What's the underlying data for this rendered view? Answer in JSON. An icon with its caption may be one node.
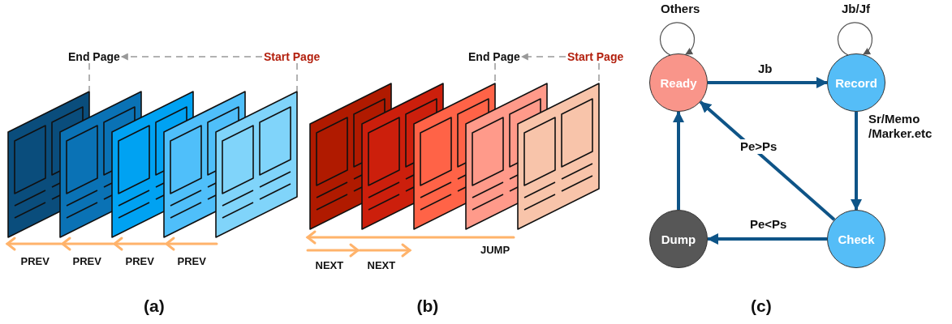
{
  "diagram": {
    "nodes": [
      {
        "text": [
          "End Page"
        ]
      },
      {
        "text": [
          "Start Page"
        ]
      },
      {
        "text": [],
        "shape": "box"
      },
      {
        "text": [],
        "shape": "box"
      },
      {
        "text": [],
        "shape": "box"
      },
      {
        "text": [],
        "shape": "box"
      },
      {
        "text": [],
        "shape": "box"
      },
      {
        "text": [
          "End Page"
        ]
      },
      {
        "text": [
          "Start Page"
        ]
      },
      {
        "text": [],
        "shape": "box"
      },
      {
        "text": [],
        "shape": "box"
      },
      {
        "text": [],
        "shape": "box"
      },
      {
        "text": [],
        "shape": "box"
      },
      {
        "text": [],
        "shape": "box"
      },
      {
        "text": [
          "Ready"
        ]
      },
      {
        "text": [
          "Record"
        ]
      },
      {
        "text": [
          "Check"
        ]
      },
      {
        "text": [
          "Dump"
        ]
      }
    ],
    "edges": [
      {
        "from": 1,
        "to": 0,
        "arrow": "to",
        "style": "dashed",
        "color": "#999999"
      },
      {
        "from": 0,
        "to": 2,
        "arrow": "none",
        "style": "dashed",
        "color": "#999999"
      },
      {
        "from": 1,
        "to": 6,
        "arrow": "none",
        "style": "dashed",
        "color": "#999999"
      },
      {
        "from": 8,
        "to": 7,
        "arrow": "to",
        "style": "dashed",
        "color": "#999999"
      },
      {
        "from": 7,
        "to": 11,
        "arrow": "none",
        "style": "dashed",
        "color": "#999999"
      },
      {
        "from": 8,
        "to": 13,
        "arrow": "none",
        "style": "dashed",
        "color": "#999999"
      },
      {
        "from": 14,
        "to": 14,
        "arrow": "to",
        "label": "Others",
        "color": "#555555"
      },
      {
        "from": 15,
        "to": 15,
        "arrow": "to",
        "label": "Jb/Jf",
        "color": "#555555"
      },
      {
        "from": 14,
        "to": 15,
        "arrow": "to",
        "label": "Jb",
        "style": "thick",
        "color": "#0e5487"
      },
      {
        "from": 15,
        "to": 16,
        "arrow": "to",
        "label": "Sr/Memo /Marker.etc",
        "style": "thick",
        "color": "#0e5487"
      },
      {
        "from": 16,
        "to": 14,
        "arrow": "to",
        "label": "Pe>Ps",
        "style": "thick",
        "color": "#0e5487"
      },
      {
        "from": 16,
        "to": 17,
        "arrow": "to",
        "label": "Pe<Ps",
        "style": "thick",
        "color": "#0e5487"
      },
      {
        "from": 17,
        "to": 14,
        "arrow": "to",
        "style": "thick",
        "color": "#0e5487"
      }
    ],
    "labels": [
      "PREV",
      "PREV",
      "PREV",
      "PREV",
      "JUMP",
      "NEXT",
      "NEXT",
      "(a)",
      "(b)",
      "(c)"
    ]
  }
}
